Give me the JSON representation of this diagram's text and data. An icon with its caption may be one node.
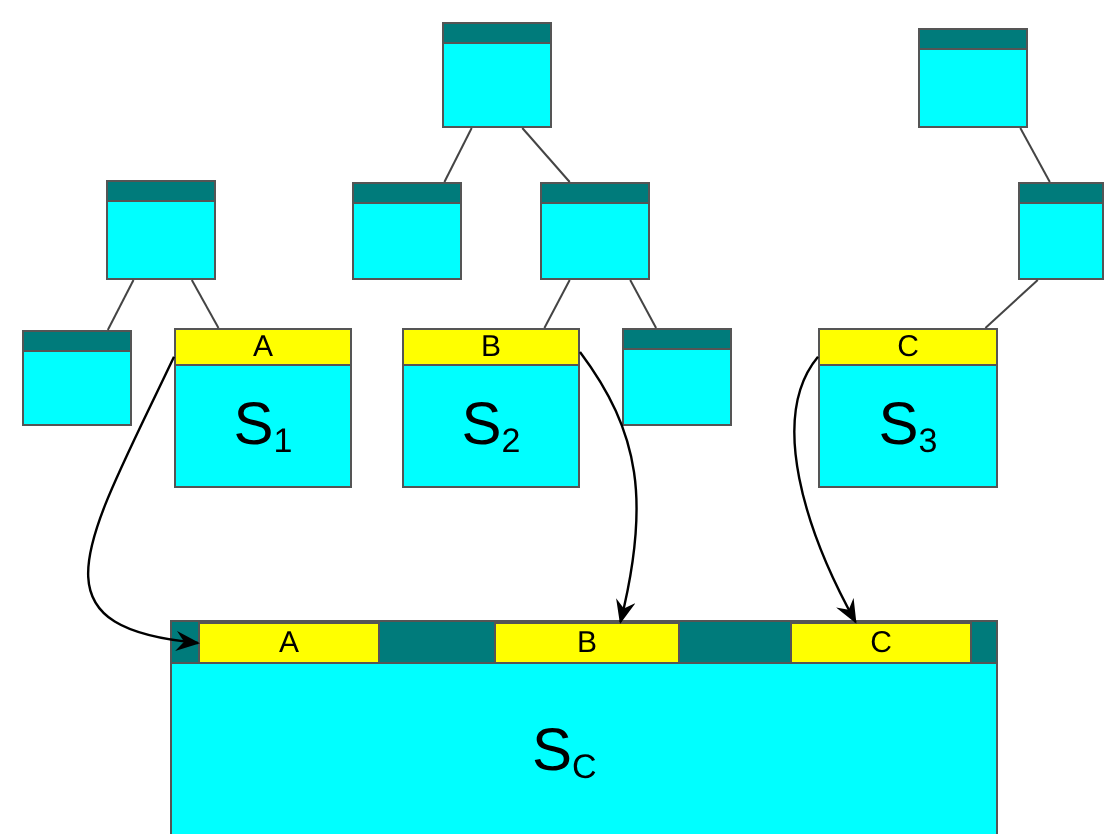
{
  "diagram": {
    "nodes": [
      {
        "text": [],
        "shape": "box"
      },
      {
        "text": [],
        "shape": "box"
      },
      {
        "text": [],
        "shape": "box"
      },
      {
        "text": [],
        "shape": "box"
      },
      {
        "text": [],
        "shape": "box"
      },
      {
        "text": [],
        "shape": "box"
      },
      {
        "text": [],
        "shape": "box"
      },
      {
        "text": [
          "A",
          "S$_{1}$"
        ]
      },
      {
        "text": [
          "B",
          "S$_{2}$"
        ]
      },
      {
        "text": [],
        "shape": "box"
      },
      {
        "text": [
          "C",
          "S$_{3}$"
        ]
      },
      {
        "text": [
          "S$_{C}$"
        ]
      },
      {
        "text": [
          "A"
        ],
        "in": 11
      },
      {
        "text": [
          "B"
        ],
        "in": 11
      },
      {
        "text": [
          "C"
        ],
        "in": 11
      }
    ],
    "edges": [
      {
        "from": 2,
        "to": 6,
        "arrow": "none"
      },
      {
        "from": 2,
        "to": 7,
        "arrow": "none"
      },
      {
        "from": 0,
        "to": 3,
        "arrow": "none"
      },
      {
        "from": 0,
        "to": 4,
        "arrow": "none"
      },
      {
        "from": 4,
        "to": 8,
        "arrow": "none"
      },
      {
        "from": 4,
        "to": 9,
        "arrow": "none"
      },
      {
        "from": 1,
        "to": 5,
        "arrow": "none"
      },
      {
        "from": 5,
        "to": 10,
        "arrow": "none"
      },
      {
        "from": 7,
        "to": 12,
        "arrow": "to"
      },
      {
        "from": 8,
        "to": 13,
        "arrow": "to"
      },
      {
        "from": 10,
        "to": 14,
        "arrow": "to"
      }
    ]
  }
}
